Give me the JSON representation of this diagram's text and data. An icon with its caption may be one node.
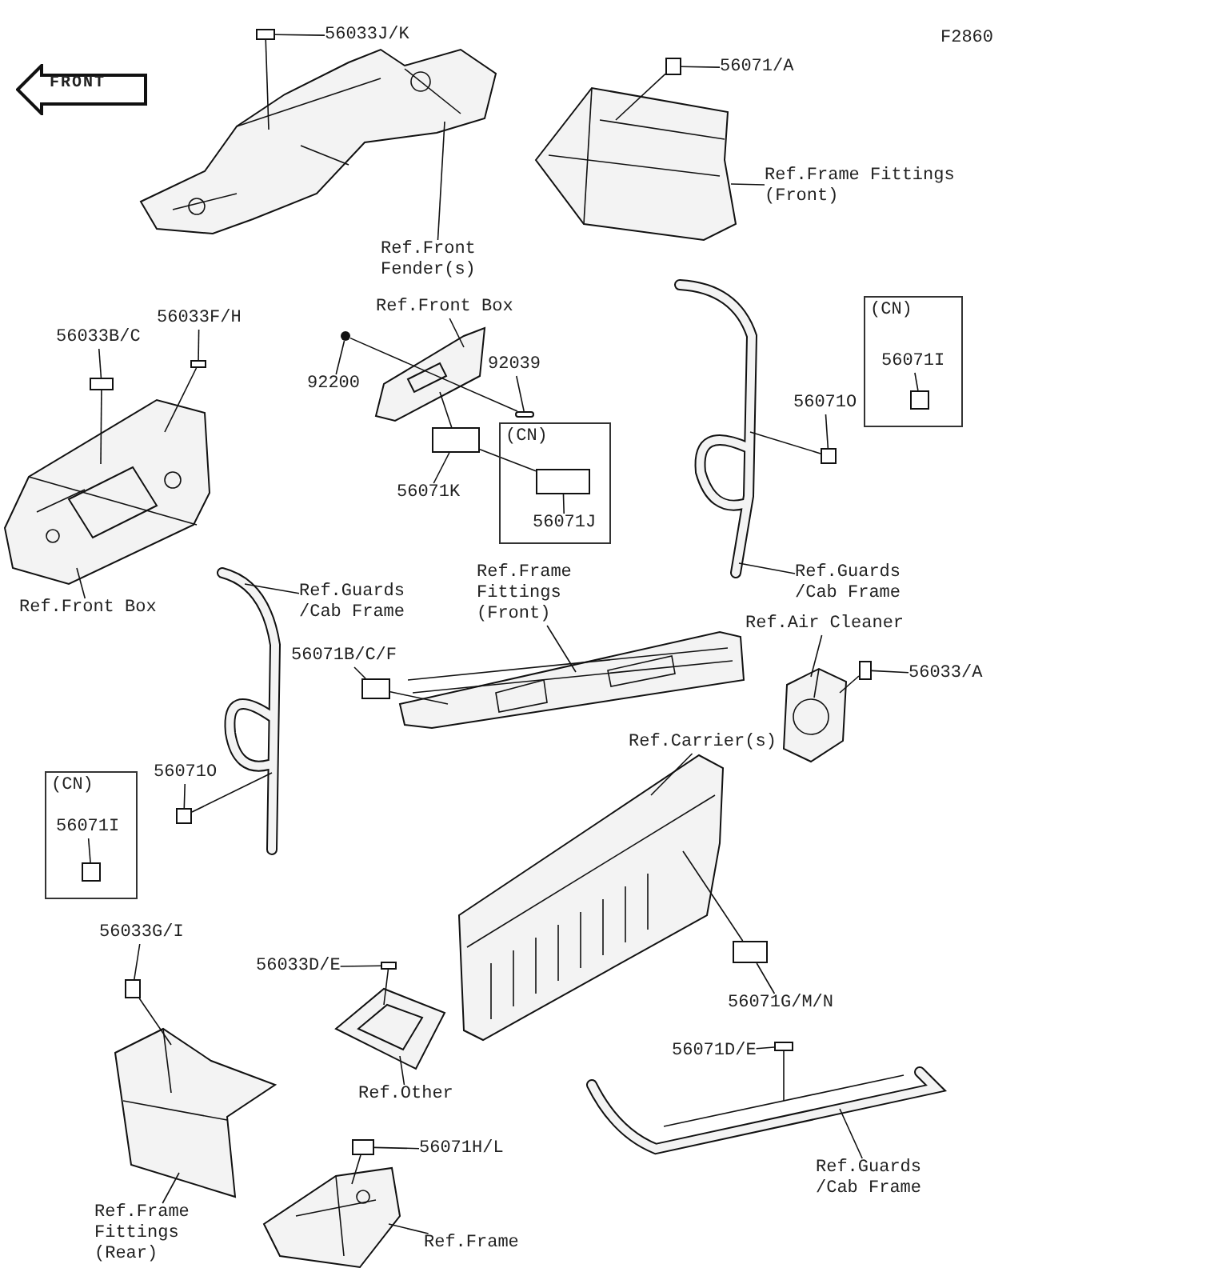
{
  "diagram": {
    "nodes": [
      {
        "text": [
          "56033J/K"
        ]
      },
      {
        "text": [],
        "shape": "box"
      },
      {
        "text": [],
        "shape": "picture"
      },
      {
        "text": [
          "Ref.Front Fender(s)"
        ]
      },
      {
        "text": [
          "56071/A"
        ]
      },
      {
        "text": [],
        "shape": "box"
      },
      {
        "text": [],
        "shape": "picture"
      },
      {
        "text": [
          "Ref.Frame Fittings (Front)"
        ]
      },
      {
        "text": [
          "56033B/C"
        ]
      },
      {
        "text": [],
        "shape": "box"
      },
      {
        "text": [
          "56033F/H"
        ]
      },
      {
        "text": [],
        "shape": "box"
      },
      {
        "text": [],
        "shape": "picture"
      },
      {
        "text": [
          "Ref.Front Box"
        ]
      },
      {
        "text": [
          "Ref.Front Box"
        ]
      },
      {
        "text": [
          "92200"
        ]
      },
      {
        "text": [],
        "shape": "circle"
      },
      {
        "text": [],
        "shape": "picture"
      },
      {
        "text": [
          "92039"
        ]
      },
      {
        "text": [],
        "shape": "bar"
      },
      {
        "text": [],
        "shape": "box"
      },
      {
        "text": [
          "56071K"
        ]
      },
      {
        "text": [
          "(CN)"
        ]
      },
      {
        "text": [
          "56071J"
        ],
        "in": 22
      },
      {
        "text": [],
        "shape": "box",
        "in": 22
      },
      {
        "text": [],
        "shape": "picture"
      },
      {
        "text": [
          "56071O"
        ]
      },
      {
        "text": [],
        "shape": "box"
      },
      {
        "text": [
          "Ref.Guards /Cab Frame"
        ]
      },
      {
        "text": [
          "(CN)"
        ]
      },
      {
        "text": [
          "56071I"
        ],
        "in": 29
      },
      {
        "text": [],
        "shape": "box",
        "in": 29
      },
      {
        "text": [],
        "shape": "picture"
      },
      {
        "text": [
          "Ref.Guards /Cab Frame"
        ]
      },
      {
        "text": [
          "Ref.Frame Fittings (Front)"
        ]
      },
      {
        "text": [
          "56071B/C/F"
        ]
      },
      {
        "text": [],
        "shape": "box"
      },
      {
        "text": [],
        "shape": "picture"
      },
      {
        "text": [
          "56071O"
        ]
      },
      {
        "text": [],
        "shape": "box"
      },
      {
        "text": [
          "(CN)"
        ]
      },
      {
        "text": [
          "56071I"
        ],
        "in": 40
      },
      {
        "text": [],
        "shape": "box",
        "in": 40
      },
      {
        "text": [
          "Ref.Air Cleaner"
        ]
      },
      {
        "text": [],
        "shape": "picture"
      },
      {
        "text": [
          "56033/A"
        ]
      },
      {
        "text": [],
        "shape": "box"
      },
      {
        "text": [
          "Ref.Carrier(s)"
        ]
      },
      {
        "text": [],
        "shape": "picture"
      },
      {
        "text": [],
        "shape": "box"
      },
      {
        "text": [
          "56071G/M/N"
        ]
      },
      {
        "text": [
          "56033G/I"
        ]
      },
      {
        "text": [],
        "shape": "box"
      },
      {
        "text": [],
        "shape": "picture"
      },
      {
        "text": [
          "Ref.Frame Fittings (Rear)"
        ]
      },
      {
        "text": [
          "56033D/E"
        ]
      },
      {
        "text": [],
        "shape": "box"
      },
      {
        "text": [],
        "shape": "picture"
      },
      {
        "text": [
          "Ref.Other"
        ]
      },
      {
        "text": [
          "56071D/E"
        ]
      },
      {
        "text": [],
        "shape": "box"
      },
      {
        "text": [],
        "shape": "picture"
      },
      {
        "text": [
          "Ref.Guards /Cab Frame"
        ]
      },
      {
        "text": [
          "56071H/L"
        ]
      },
      {
        "text": [],
        "shape": "box"
      },
      {
        "text": [],
        "shape": "picture"
      },
      {
        "text": [
          "Ref.Frame"
        ]
      }
    ],
    "edges": [
      {
        "from": 0,
        "to": 1,
        "arrow": "none"
      },
      {
        "from": 1,
        "to": 2,
        "arrow": "none"
      },
      {
        "from": 3,
        "to": 2,
        "arrow": "none"
      },
      {
        "from": 4,
        "to": 5,
        "arrow": "none"
      },
      {
        "from": 5,
        "to": 6,
        "arrow": "none"
      },
      {
        "from": 7,
        "to": 6,
        "arrow": "none"
      },
      {
        "from": 8,
        "to": 9,
        "arrow": "none"
      },
      {
        "from": 9,
        "to": 12,
        "arrow": "none"
      },
      {
        "from": 10,
        "to": 11,
        "arrow": "none"
      },
      {
        "from": 11,
        "to": 12,
        "arrow": "none"
      },
      {
        "from": 13,
        "to": 12,
        "arrow": "none"
      },
      {
        "from": 14,
        "to": 17,
        "arrow": "none"
      },
      {
        "from": 15,
        "to": 16,
        "arrow": "none"
      },
      {
        "from": 16,
        "to": 19,
        "arrow": "none"
      },
      {
        "from": 18,
        "to": 19,
        "arrow": "none"
      },
      {
        "from": 21,
        "to": 20,
        "arrow": "none"
      },
      {
        "from": 20,
        "to": 17,
        "arrow": "none"
      },
      {
        "from": 20,
        "to": 24,
        "arrow": "none"
      },
      {
        "from": 23,
        "to": 24,
        "arrow": "none"
      },
      {
        "from": 26,
        "to": 27,
        "arrow": "none"
      },
      {
        "from": 27,
        "to": 25,
        "arrow": "none"
      },
      {
        "from": 28,
        "to": 25,
        "arrow": "none"
      },
      {
        "from": 30,
        "to": 31,
        "arrow": "none"
      },
      {
        "from": 33,
        "to": 32,
        "arrow": "none"
      },
      {
        "from": 34,
        "to": 37,
        "arrow": "none"
      },
      {
        "from": 35,
        "to": 36,
        "arrow": "none"
      },
      {
        "from": 36,
        "to": 37,
        "arrow": "none"
      },
      {
        "from": 38,
        "to": 39,
        "arrow": "none"
      },
      {
        "from": 39,
        "to": 32,
        "arrow": "none"
      },
      {
        "from": 41,
        "to": 42,
        "arrow": "none"
      },
      {
        "from": 43,
        "to": 44,
        "arrow": "none"
      },
      {
        "from": 45,
        "to": 46,
        "arrow": "none"
      },
      {
        "from": 46,
        "to": 44,
        "arrow": "none"
      },
      {
        "from": 47,
        "to": 48,
        "arrow": "none"
      },
      {
        "from": 50,
        "to": 49,
        "arrow": "none"
      },
      {
        "from": 49,
        "to": 48,
        "arrow": "none"
      },
      {
        "from": 51,
        "to": 52,
        "arrow": "none"
      },
      {
        "from": 52,
        "to": 53,
        "arrow": "none"
      },
      {
        "from": 54,
        "to": 53,
        "arrow": "none"
      },
      {
        "from": 55,
        "to": 56,
        "arrow": "none"
      },
      {
        "from": 56,
        "to": 57,
        "arrow": "none"
      },
      {
        "from": 58,
        "to": 57,
        "arrow": "none"
      },
      {
        "from": 59,
        "to": 60,
        "arrow": "none"
      },
      {
        "from": 60,
        "to": 61,
        "arrow": "none"
      },
      {
        "from": 62,
        "to": 61,
        "arrow": "none"
      },
      {
        "from": 63,
        "to": 64,
        "arrow": "none"
      },
      {
        "from": 64,
        "to": 65,
        "arrow": "none"
      },
      {
        "from": 66,
        "to": 65,
        "arrow": "none"
      }
    ],
    "labels": [
      "F2860",
      "FRONT"
    ]
  }
}
